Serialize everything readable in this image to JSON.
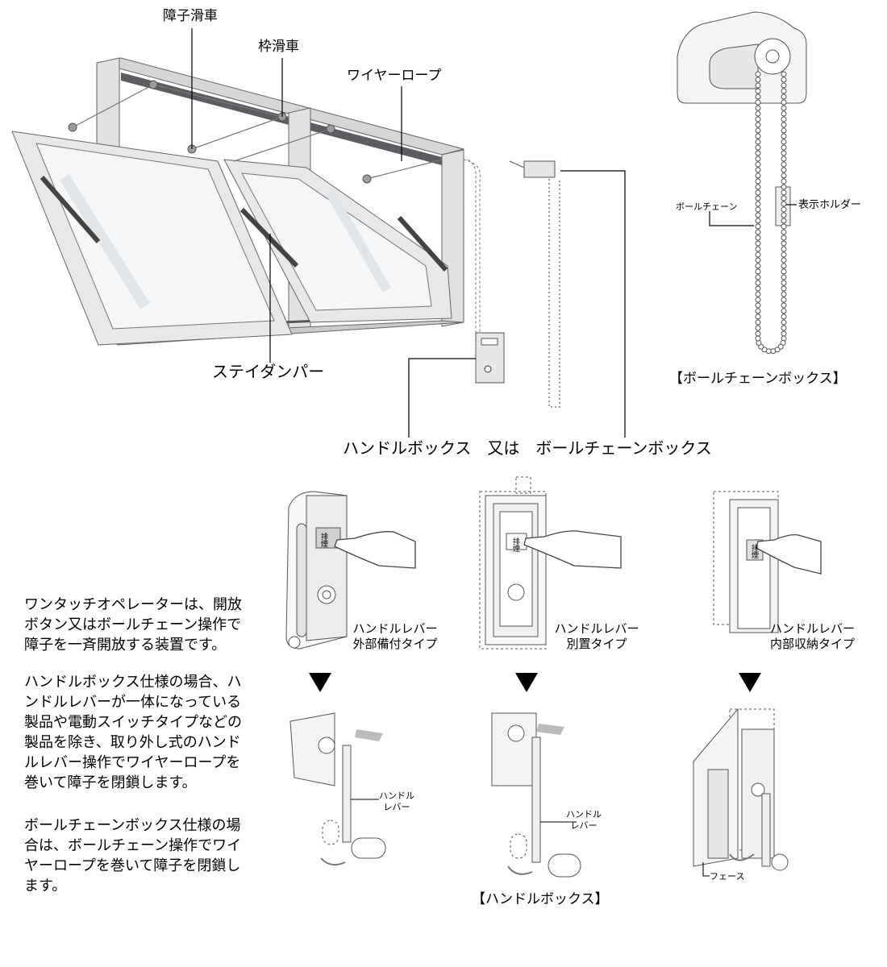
{
  "top_labels": {
    "sash_pulley": "障子滑車",
    "frame_pulley": "枠滑車",
    "wire_rope": "ワイヤーロープ",
    "stay_damper": "ステイダンパー",
    "box_caption": "ハンドルボックス　又は　ボールチェーンボックス"
  },
  "chain_box": {
    "ball_chain": "ボールチェーン",
    "display_holder": "表示ホルダー",
    "title": "【ボールチェーンボックス】"
  },
  "handle_types": [
    {
      "line1": "ハンドルレバー",
      "line2": "外部備付タイプ"
    },
    {
      "line1": "ハンドルレバー",
      "line2": "別置タイプ"
    },
    {
      "line1": "ハンドルレバー",
      "line2": "内部収納タイプ"
    }
  ],
  "lever_labels": {
    "lever_a_l1": "ハンドル",
    "lever_a_l2": "レバー",
    "lever_b_l1": "ハンドル",
    "lever_b_l2": "レバー",
    "face": "フェース"
  },
  "button_text": "排煙",
  "handle_box_title": "【ハンドルボックス】",
  "description": [
    [
      "ワンタッチオペレーターは、開放",
      "ボタン又はボールチェーン操作で",
      "障子を一斉開放する装置です。"
    ],
    [
      "ハンドルボックス仕様の場合、ハ",
      "ンドルレバーが一体になっている",
      "製品や電動スイッチタイプなどの",
      "製品を除き、取り外し式のハンド",
      "ルレバー操作でワイヤーロープを",
      "巻いて障子を閉鎖します。"
    ],
    [
      "ボールチェーンボックス仕様の場",
      "合は、ボールチェーン操作でワイ",
      "ヤーロープを巻いて障子を閉鎖し",
      "ます。"
    ]
  ]
}
